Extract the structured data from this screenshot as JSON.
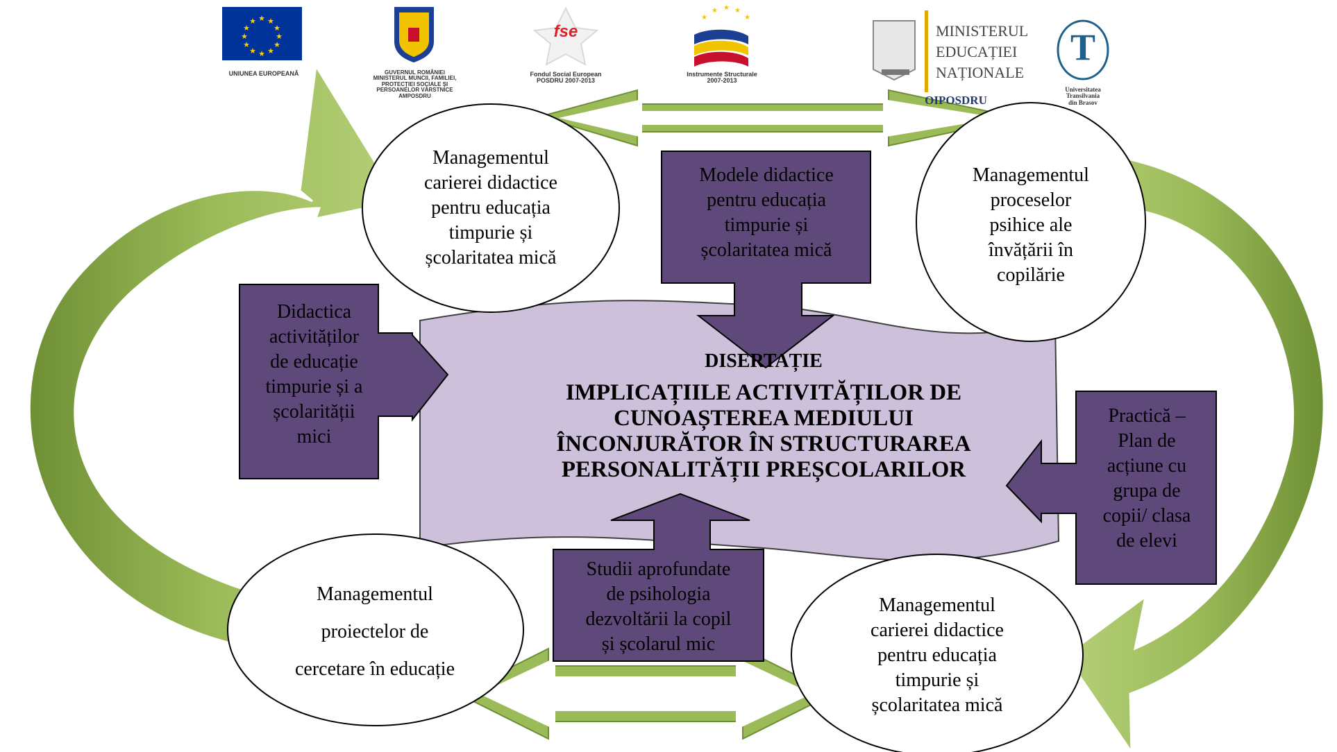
{
  "logos": {
    "eu": "UNIUNEA EUROPEANĂ",
    "gov": "GUVERNUL ROMÂNIEI\nMINISTERUL MUNCII, FAMILIEI,\nPROTECȚIEI SOCIALE ȘI\nPERSOANELOR VÂRSTNICE\nAMPOSDRU",
    "fse": "Fondul Social European\nPOSDRU 2007-2013",
    "is": "Instrumente Structurale\n2007-2013",
    "minister": "MINISTERUL\nEDUCAȚIEI\nNAȚIONALE",
    "oiposdru": "OIPOSDRU",
    "univ": "Universitatea\nTransilvania\ndin Brasov",
    "fse_mark": "fse",
    "univ_mark": "T"
  },
  "center": {
    "heading": "DISERTAȚIE",
    "title": "IMPLICAȚIILE ACTIVITĂȚILOR DE\nCUNOAȘTEREA MEDIULUI\nÎNCONJURĂTOR ÎN STRUCTURAREA\nPERSONALITĂȚII PREȘCOLARILOR"
  },
  "ovals": {
    "top_left": "Managementul\ncarierei didactice\npentru educația\ntimpurie și\nșcolaritatea mică",
    "top_right": "Managementul\nproceselor\npsihice ale\nînvățării în\ncopilărie",
    "bottom_left": "Managementul\n\nproiectelor de\n\ncercetare în educație",
    "bottom_right": "Managementul\ncarierei didactice\npentru educația\ntimpurie și\nșcolaritatea mică"
  },
  "boxes": {
    "top": "Modele didactice\npentru educația\ntimpurie și\nșcolaritatea mică",
    "left": "Didactica\nactivităților\nde educație\ntimpurie și a\nșcolarității\nmici",
    "right": "Practică –\nPlan de\nacțiune cu\ngrupa de\ncopii/ clasa\nde elevi",
    "bottom": "Studii aprofundate\nde psihologia\ndezvoltării la copil\nși școlarul mic"
  },
  "colors": {
    "arrow_green": "#9bbb59",
    "box_purple": "#5f497a",
    "center_fill": "#ccc0da"
  }
}
